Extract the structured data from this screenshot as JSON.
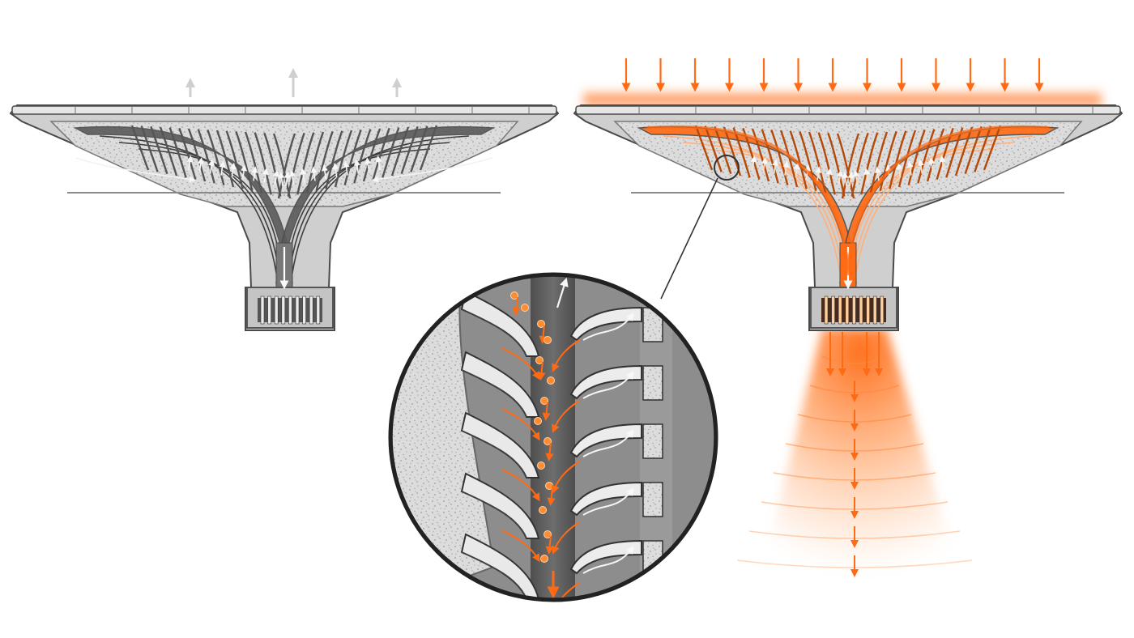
{
  "colors": {
    "background": "#ffffff",
    "body_fill": "#cfcfcf",
    "body_outline": "#4a4a4a",
    "porous_fill": "#dedede",
    "channel_dark": "#5a5a5a",
    "flow_neutral": "#f4f4f4",
    "heat_accent": "#ff6a14",
    "heat_glow": "#ff9a52",
    "particle": "#ff8c2e"
  },
  "panels": [
    {
      "name": "inactive-device",
      "state": "idle",
      "arrows_up": 3
    },
    {
      "name": "active-device",
      "state": "heated",
      "incoming_arrows": 13,
      "outgoing_plume": true
    }
  ],
  "detail_view": {
    "shape": "circle",
    "fins_per_side": 5,
    "shows": [
      "porous-matrix",
      "angled-fins",
      "central-channel",
      "particle-flow",
      "side-vents"
    ]
  },
  "icons": [
    "arrow-up-icon",
    "arrow-down-icon",
    "magnifier-callout-icon"
  ]
}
